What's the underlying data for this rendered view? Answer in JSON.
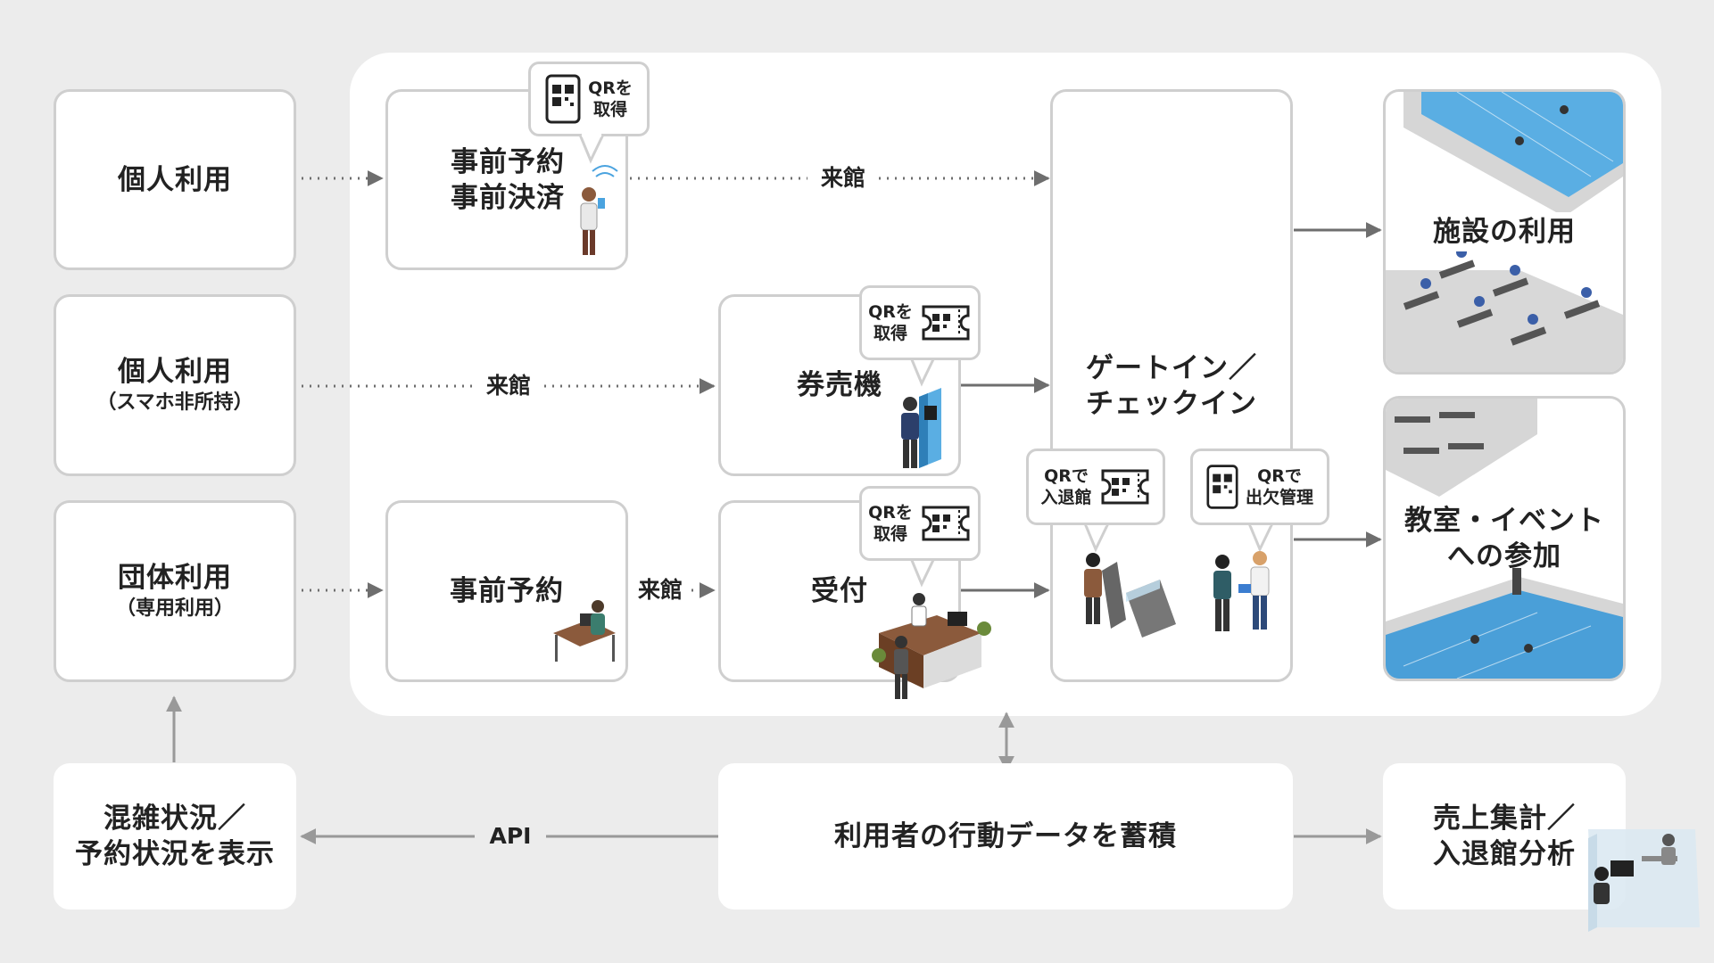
{
  "users": {
    "individual": {
      "title": "個人利用"
    },
    "individual_no_phone": {
      "title": "個人利用",
      "sub": "（スマホ非所持）"
    },
    "group": {
      "title": "団体利用",
      "sub": "（専用利用）"
    }
  },
  "steps": {
    "prebook_pay": {
      "line1": "事前予約",
      "line2": "事前決済"
    },
    "kiosk": {
      "title": "券売機"
    },
    "prebook": {
      "title": "事前予約"
    },
    "reception": {
      "title": "受付"
    },
    "gate": {
      "line1": "ゲートイン／",
      "line2": "チェックイン"
    }
  },
  "bubbles": {
    "qr_get_1": {
      "line1": "QRを",
      "line2": "取得"
    },
    "qr_get_2": {
      "line1": "QRを",
      "line2": "取得"
    },
    "qr_get_3": {
      "line1": "QRを",
      "line2": "取得"
    },
    "qr_entry": {
      "line1": "QRで",
      "line2": "入退館"
    },
    "qr_attendance": {
      "line1": "QRで",
      "line2": "出欠管理"
    }
  },
  "outcomes": {
    "facility": {
      "title": "施設の利用"
    },
    "class_event": {
      "line1": "教室・イベント",
      "line2": "への参加"
    }
  },
  "bottom": {
    "congestion": {
      "line1": "混雑状況／",
      "line2": "予約状況を表示"
    },
    "data_store": {
      "title": "利用者の行動データを蓄積"
    },
    "sales": {
      "line1": "売上集計／",
      "line2": "入退館分析"
    }
  },
  "edges": {
    "visit_1": "来館",
    "visit_2": "来館",
    "visit_3": "来館",
    "api": "API"
  },
  "colors": {
    "background": "#ececec",
    "panel": "#ffffff",
    "border": "#cfcfcf",
    "arrow": "#6e6e6e",
    "water": "#4a9fd8"
  },
  "icons": {
    "qr": "qr-code-icon",
    "ticket": "qr-ticket-icon"
  }
}
